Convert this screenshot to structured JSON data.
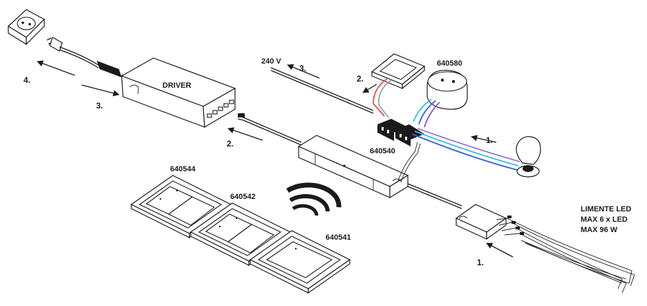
{
  "labels": {
    "driver": "DRIVER",
    "voltage": "240 V",
    "receiver": "640540",
    "junction_box": "640580",
    "switch_4": "640544",
    "switch_2": "640542",
    "switch_1": "640541",
    "led_limit_1": "LIMENTE LED",
    "led_limit_2": "MAX 6 x LED",
    "led_limit_3": "MAX 96 W"
  },
  "steps": {
    "plug_socket": "4.",
    "plug_driver": "3.",
    "driver_receiver": "2.",
    "mains_240": "3.",
    "wall_switch": "2.",
    "bulb": "1.",
    "led_strips": "1."
  },
  "colors": {
    "line": "#1a1a1a",
    "wire_red": "#d9534f",
    "wire_cyan": "#35c4d6",
    "wire_blue": "#3b5bdb",
    "wire_violet": "#8a4fd1",
    "wire_grey": "#9aa0a6"
  }
}
